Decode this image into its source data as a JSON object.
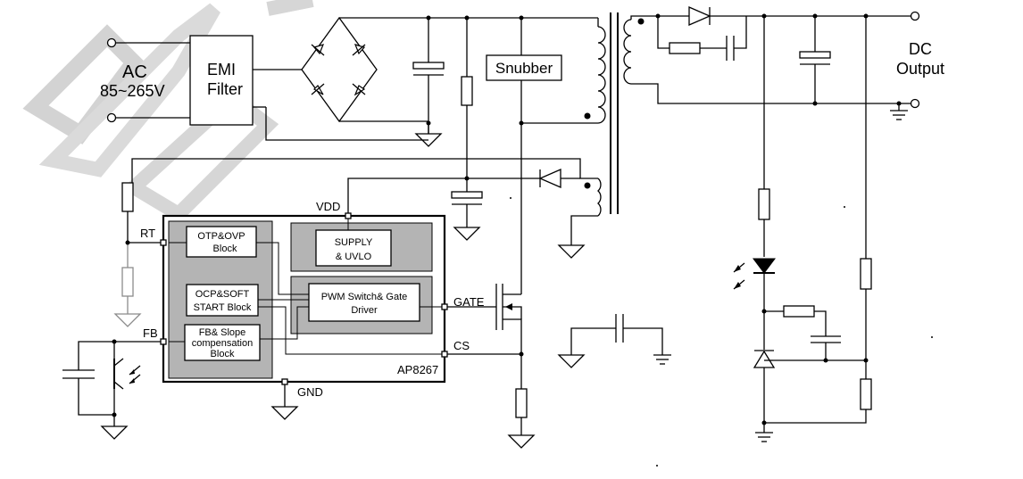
{
  "colors": {
    "block_fill": "#b4b4b4",
    "chip_border": "#000000",
    "watermark": "#c8c8c8"
  },
  "input": {
    "label_line1": "AC",
    "label_line2": "85~265V"
  },
  "emi_filter": {
    "line1": "EMI",
    "line2": "Filter"
  },
  "snubber": {
    "label": "Snubber"
  },
  "output": {
    "label_line1": "DC",
    "label_line2": "Output"
  },
  "chip": {
    "name": "AP8267",
    "pins": {
      "vdd": "VDD",
      "rt": "RT",
      "fb": "FB",
      "gate": "GATE",
      "cs": "CS",
      "gnd": "GND"
    },
    "blocks": {
      "otp_ovp": {
        "line1": "OTP&OVP",
        "line2": "Block"
      },
      "supply": {
        "line1": "SUPPLY",
        "line2": "& UVLO"
      },
      "ocp": {
        "line1": "OCP&SOFT",
        "line2": "START Block"
      },
      "pwm": {
        "line1": "PWM Switch& Gate",
        "line2": "Driver"
      },
      "fb_slope": {
        "line1": "FB& Slope",
        "line2": "compensation",
        "line3": "Block"
      }
    }
  }
}
